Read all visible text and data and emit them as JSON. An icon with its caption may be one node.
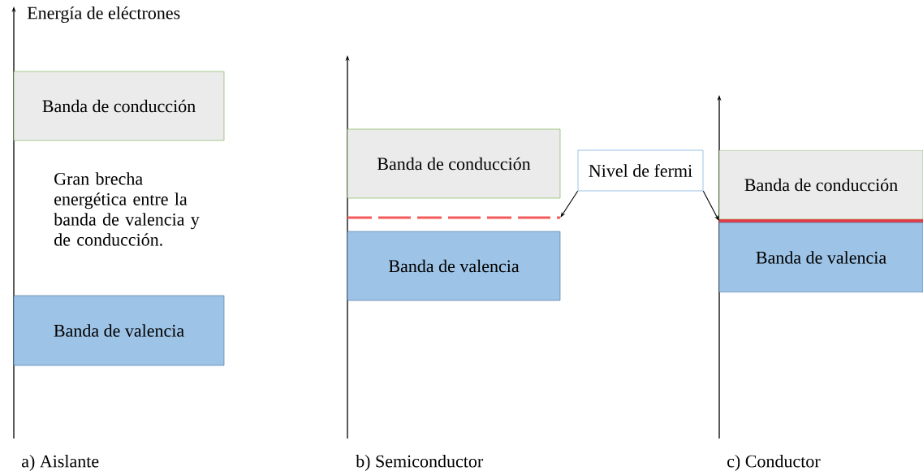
{
  "diagram": {
    "nodes": [
      {
        "text": [
          "Banda de conducción"
        ]
      },
      {
        "text": [
          "Banda de valencia"
        ]
      },
      {
        "text": [
          "Banda de conducción"
        ]
      },
      {
        "text": [],
        "shape": "bar"
      },
      {
        "text": [
          "Banda de valencia"
        ]
      },
      {
        "text": [
          "Nivel de fermi"
        ]
      },
      {
        "text": [
          "Banda de conducción"
        ]
      },
      {
        "text": [],
        "shape": "bar"
      },
      {
        "text": [
          "Banda de valencia"
        ]
      }
    ],
    "edges": [
      {
        "from": 5,
        "to": 3,
        "arrow": "to"
      },
      {
        "from": 5,
        "to": 7,
        "arrow": "to"
      }
    ],
    "labels": [
      "Energía de eléctrones",
      "Gran brecha energética entre la banda de valencia y de conducción.",
      "a) Aislante",
      "b) Semiconductor",
      "c) Conductor"
    ]
  }
}
